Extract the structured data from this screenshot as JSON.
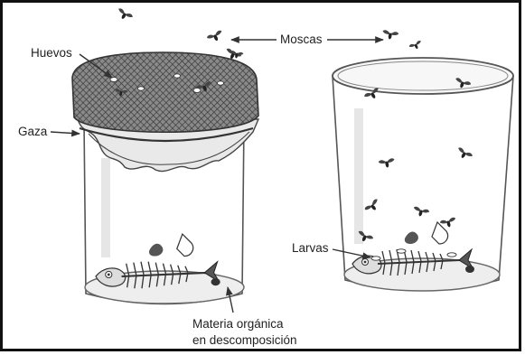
{
  "labels": {
    "eggs": "Huevos",
    "gauze": "Gaza",
    "flies": "Moscas",
    "larvae": "Larvas",
    "organic_matter_line1": "Materia orgánica",
    "organic_matter_line2": "en descomposición"
  },
  "icons": {
    "fish_skeleton": "fish-skeleton-icon",
    "fly": "fly-icon"
  },
  "colors": {
    "border": "#111111",
    "ink": "#333333",
    "glass": "#f4f4f4",
    "gauze": "#6a6a6a"
  }
}
